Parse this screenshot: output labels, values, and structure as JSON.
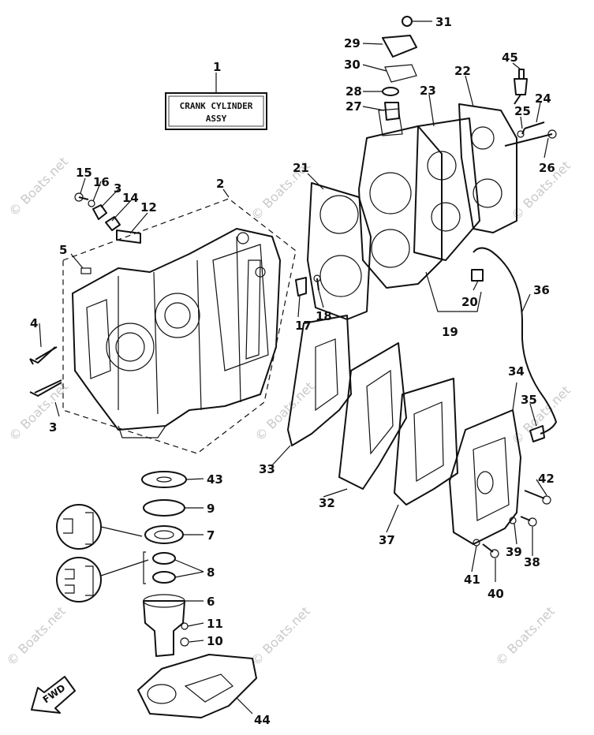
{
  "title_box": {
    "line1": "CRANK CYLINDER",
    "line2": "ASSY"
  },
  "fwd_label": "FWD",
  "watermark": "© Boats.net",
  "callouts": [
    {
      "id": "c1",
      "label": "1"
    },
    {
      "id": "c2",
      "label": "2"
    },
    {
      "id": "c3a",
      "label": "3"
    },
    {
      "id": "c3b",
      "label": "3"
    },
    {
      "id": "c4",
      "label": "4"
    },
    {
      "id": "c5",
      "label": "5"
    },
    {
      "id": "c6",
      "label": "6"
    },
    {
      "id": "c7",
      "label": "7"
    },
    {
      "id": "c8",
      "label": "8"
    },
    {
      "id": "c9",
      "label": "9"
    },
    {
      "id": "c10",
      "label": "10"
    },
    {
      "id": "c11",
      "label": "11"
    },
    {
      "id": "c12",
      "label": "12"
    },
    {
      "id": "c14",
      "label": "14"
    },
    {
      "id": "c15",
      "label": "15"
    },
    {
      "id": "c16",
      "label": "16"
    },
    {
      "id": "c17",
      "label": "17"
    },
    {
      "id": "c18",
      "label": "18"
    },
    {
      "id": "c19",
      "label": "19"
    },
    {
      "id": "c20",
      "label": "20"
    },
    {
      "id": "c21",
      "label": "21"
    },
    {
      "id": "c22",
      "label": "22"
    },
    {
      "id": "c23",
      "label": "23"
    },
    {
      "id": "c24",
      "label": "24"
    },
    {
      "id": "c25",
      "label": "25"
    },
    {
      "id": "c26",
      "label": "26"
    },
    {
      "id": "c27",
      "label": "27"
    },
    {
      "id": "c28",
      "label": "28"
    },
    {
      "id": "c29",
      "label": "29"
    },
    {
      "id": "c30",
      "label": "30"
    },
    {
      "id": "c31",
      "label": "31"
    },
    {
      "id": "c32",
      "label": "32"
    },
    {
      "id": "c33",
      "label": "33"
    },
    {
      "id": "c34",
      "label": "34"
    },
    {
      "id": "c35",
      "label": "35"
    },
    {
      "id": "c36",
      "label": "36"
    },
    {
      "id": "c37",
      "label": "37"
    },
    {
      "id": "c38",
      "label": "38"
    },
    {
      "id": "c39",
      "label": "39"
    },
    {
      "id": "c40",
      "label": "40"
    },
    {
      "id": "c41",
      "label": "41"
    },
    {
      "id": "c42",
      "label": "42"
    },
    {
      "id": "c43",
      "label": "43"
    },
    {
      "id": "c44",
      "label": "44"
    },
    {
      "id": "c45",
      "label": "45"
    }
  ]
}
